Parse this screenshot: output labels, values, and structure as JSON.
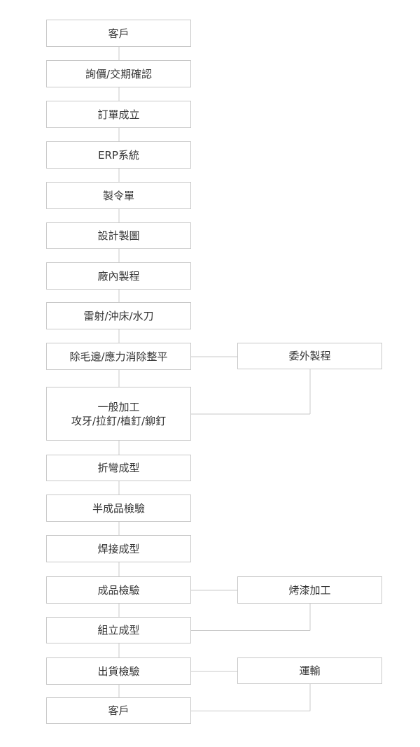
{
  "colors": {
    "border": "#c8c8c8",
    "connector": "#c8c8c8",
    "text": "#333333",
    "background": "#ffffff"
  },
  "diagram": {
    "main_steps": [
      {
        "id": "customer_start",
        "lines": [
          "客戶"
        ]
      },
      {
        "id": "inquiry",
        "lines": [
          "詢價/交期確認"
        ]
      },
      {
        "id": "order",
        "lines": [
          "訂單成立"
        ]
      },
      {
        "id": "erp",
        "lines": [
          "ERP系統"
        ]
      },
      {
        "id": "work_order",
        "lines": [
          "製令單"
        ]
      },
      {
        "id": "design",
        "lines": [
          "設計製圖"
        ]
      },
      {
        "id": "in_house",
        "lines": [
          "廠內製程"
        ]
      },
      {
        "id": "cutting",
        "lines": [
          "雷射/沖床/水刀"
        ]
      },
      {
        "id": "deburr",
        "lines": [
          "除毛邊/應力消除整平"
        ]
      },
      {
        "id": "machining",
        "lines": [
          "一般加工",
          "攻牙/拉釘/植釘/鉚釘"
        ]
      },
      {
        "id": "bending",
        "lines": [
          "折彎成型"
        ]
      },
      {
        "id": "semi_inspection",
        "lines": [
          "半成品檢驗"
        ]
      },
      {
        "id": "welding",
        "lines": [
          "焊接成型"
        ]
      },
      {
        "id": "final_inspection",
        "lines": [
          "成品檢驗"
        ]
      },
      {
        "id": "assembly",
        "lines": [
          "組立成型"
        ]
      },
      {
        "id": "shipping_inspection",
        "lines": [
          "出貨檢驗"
        ]
      },
      {
        "id": "customer_end",
        "lines": [
          "客戶"
        ]
      }
    ],
    "side_steps": [
      {
        "id": "outsource",
        "lines": [
          "委外製程"
        ],
        "from": "deburr",
        "to": "machining"
      },
      {
        "id": "painting",
        "lines": [
          "烤漆加工"
        ],
        "from": "final_inspection",
        "to": "assembly"
      },
      {
        "id": "transport",
        "lines": [
          "運輸"
        ],
        "from": "shipping_inspection",
        "to": "customer_end"
      }
    ]
  }
}
